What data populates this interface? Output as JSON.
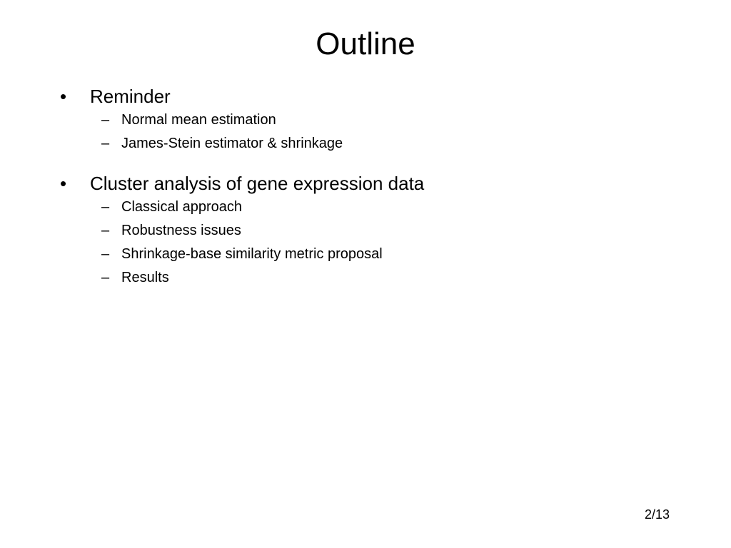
{
  "slide": {
    "title": "Outline",
    "sections": [
      {
        "bullet": "•",
        "label": "Reminder",
        "items": [
          {
            "dash": "–",
            "label": "Normal mean estimation"
          },
          {
            "dash": "–",
            "label": "James-Stein estimator & shrinkage"
          }
        ]
      },
      {
        "bullet": "•",
        "label": "Cluster analysis of gene expression data",
        "items": [
          {
            "dash": "–",
            "label": "Classical approach"
          },
          {
            "dash": "–",
            "label": "Robustness issues"
          },
          {
            "dash": "–",
            "label": "Shrinkage-base similarity metric proposal"
          },
          {
            "dash": "–",
            "label": "Results"
          }
        ]
      }
    ],
    "page_number": "2/13"
  }
}
